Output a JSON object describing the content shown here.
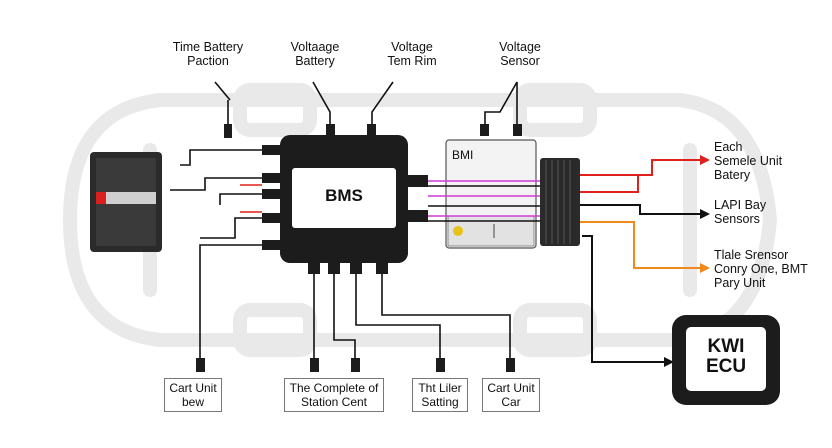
{
  "top_labels": [
    {
      "line1": "Time Battery",
      "line2": "Paction"
    },
    {
      "line1": "Voltaage",
      "line2": "Battery"
    },
    {
      "line1": "Voltage",
      "line2": "Tem Rim"
    },
    {
      "line1": "Voltage",
      "line2": "Sensor"
    }
  ],
  "bms_label": "BMS",
  "bmi_label": "BMI",
  "ecu": {
    "line1": "KWI",
    "line2": "ECU"
  },
  "right_labels": [
    {
      "lines": [
        "Each",
        "Semele Unit",
        "Batery"
      ]
    },
    {
      "lines": [
        "LAPI Bay",
        "Sensors"
      ]
    },
    {
      "lines": [
        "Tlale Srensor",
        "Conry One, BMT",
        "Pary Unit"
      ]
    }
  ],
  "bottom_labels": [
    {
      "line1": "Cart Unit",
      "line2": "bew"
    },
    {
      "line1": "The Complete of",
      "line2": "Station Cent"
    },
    {
      "line1": "Tht Liler",
      "line2": "Satting"
    },
    {
      "line1": "Cart Unit",
      "line2": "Car"
    }
  ],
  "colors": {
    "red_wire": "#e0201a",
    "orange_wire": "#f08a1a",
    "magenta_wire": "#d23ad6",
    "body": "#1c1c1c"
  }
}
